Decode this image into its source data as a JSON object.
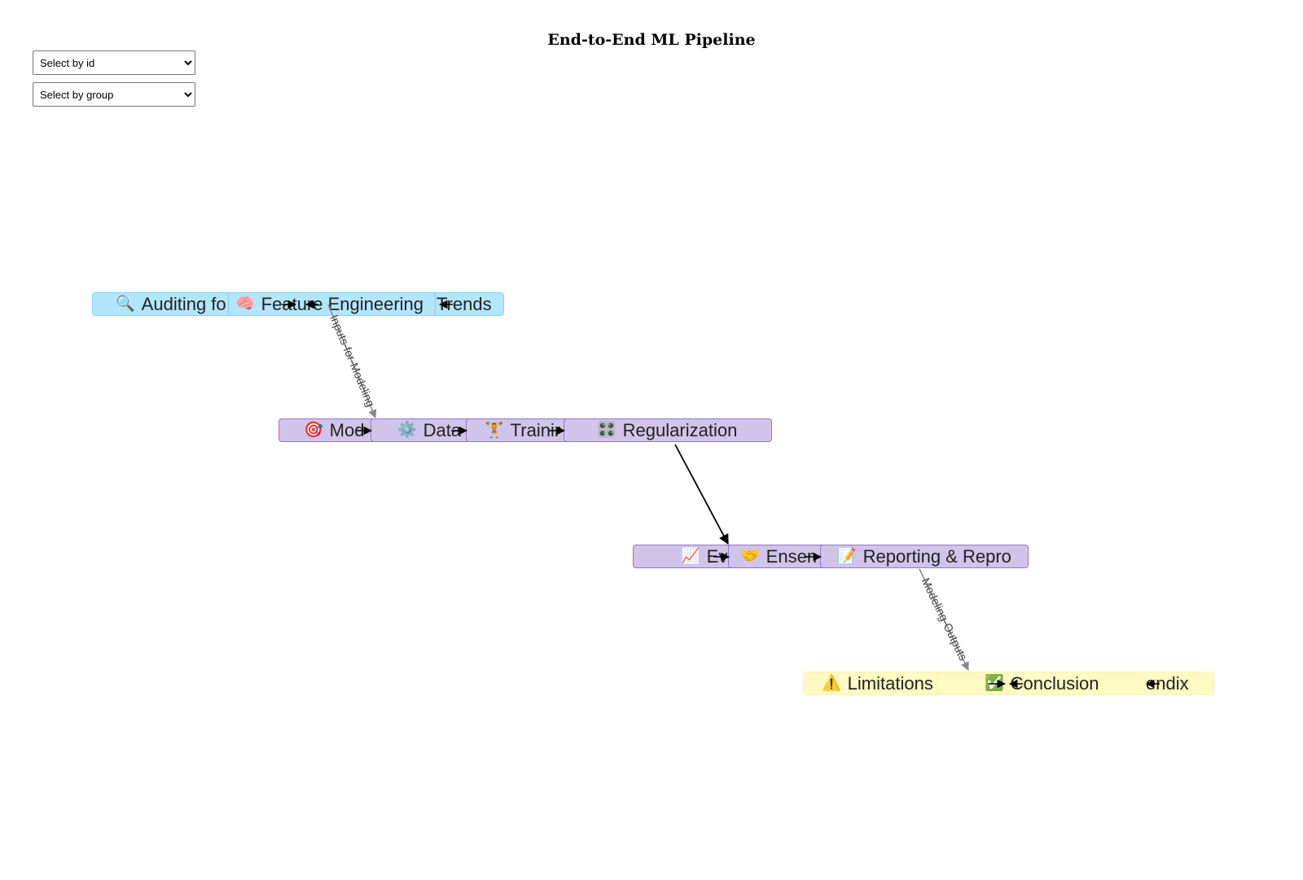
{
  "title": "End-to-End ML Pipeline",
  "selects": {
    "id_placeholder": "Select by id",
    "group_placeholder": "Select by group"
  },
  "colors": {
    "group1_fill": "#b3e5fc",
    "group1_border": "#81d4fa",
    "group2_fill": "#d1c4e9",
    "group2_border": "#9575cd",
    "group3_fill": "#fff9c4",
    "group3_border": "#fff59d"
  },
  "nodes": {
    "auditing": {
      "icon": "🔍",
      "label": "Auditing fo"
    },
    "feature_engineering": {
      "icon": "🧠",
      "label": "Feature Engineering"
    },
    "trends": {
      "icon": "",
      "label": "Trends"
    },
    "model": {
      "icon": "🎯",
      "label": "Mod"
    },
    "data": {
      "icon": "⚙️",
      "label": "Data"
    },
    "training": {
      "icon": "🏋️",
      "label": "Trainir"
    },
    "regularization": {
      "icon": "🎛️",
      "label": "Regularization"
    },
    "evaluation": {
      "icon": "📈",
      "label": "Ev"
    },
    "ensemble": {
      "icon": "🤝",
      "label": "Ensen"
    },
    "reporting": {
      "icon": "📝",
      "label": "Reporting & Repro"
    },
    "limitations": {
      "icon": "⚠️",
      "label": "Limitations"
    },
    "conclusion": {
      "icon": "✅",
      "label": "Conclusion"
    },
    "appendix": {
      "icon": "",
      "label": "endix"
    }
  },
  "edges": {
    "inputs_label": "Inputs-for-Modeling",
    "outputs_label": "Modeling-Outputs"
  }
}
